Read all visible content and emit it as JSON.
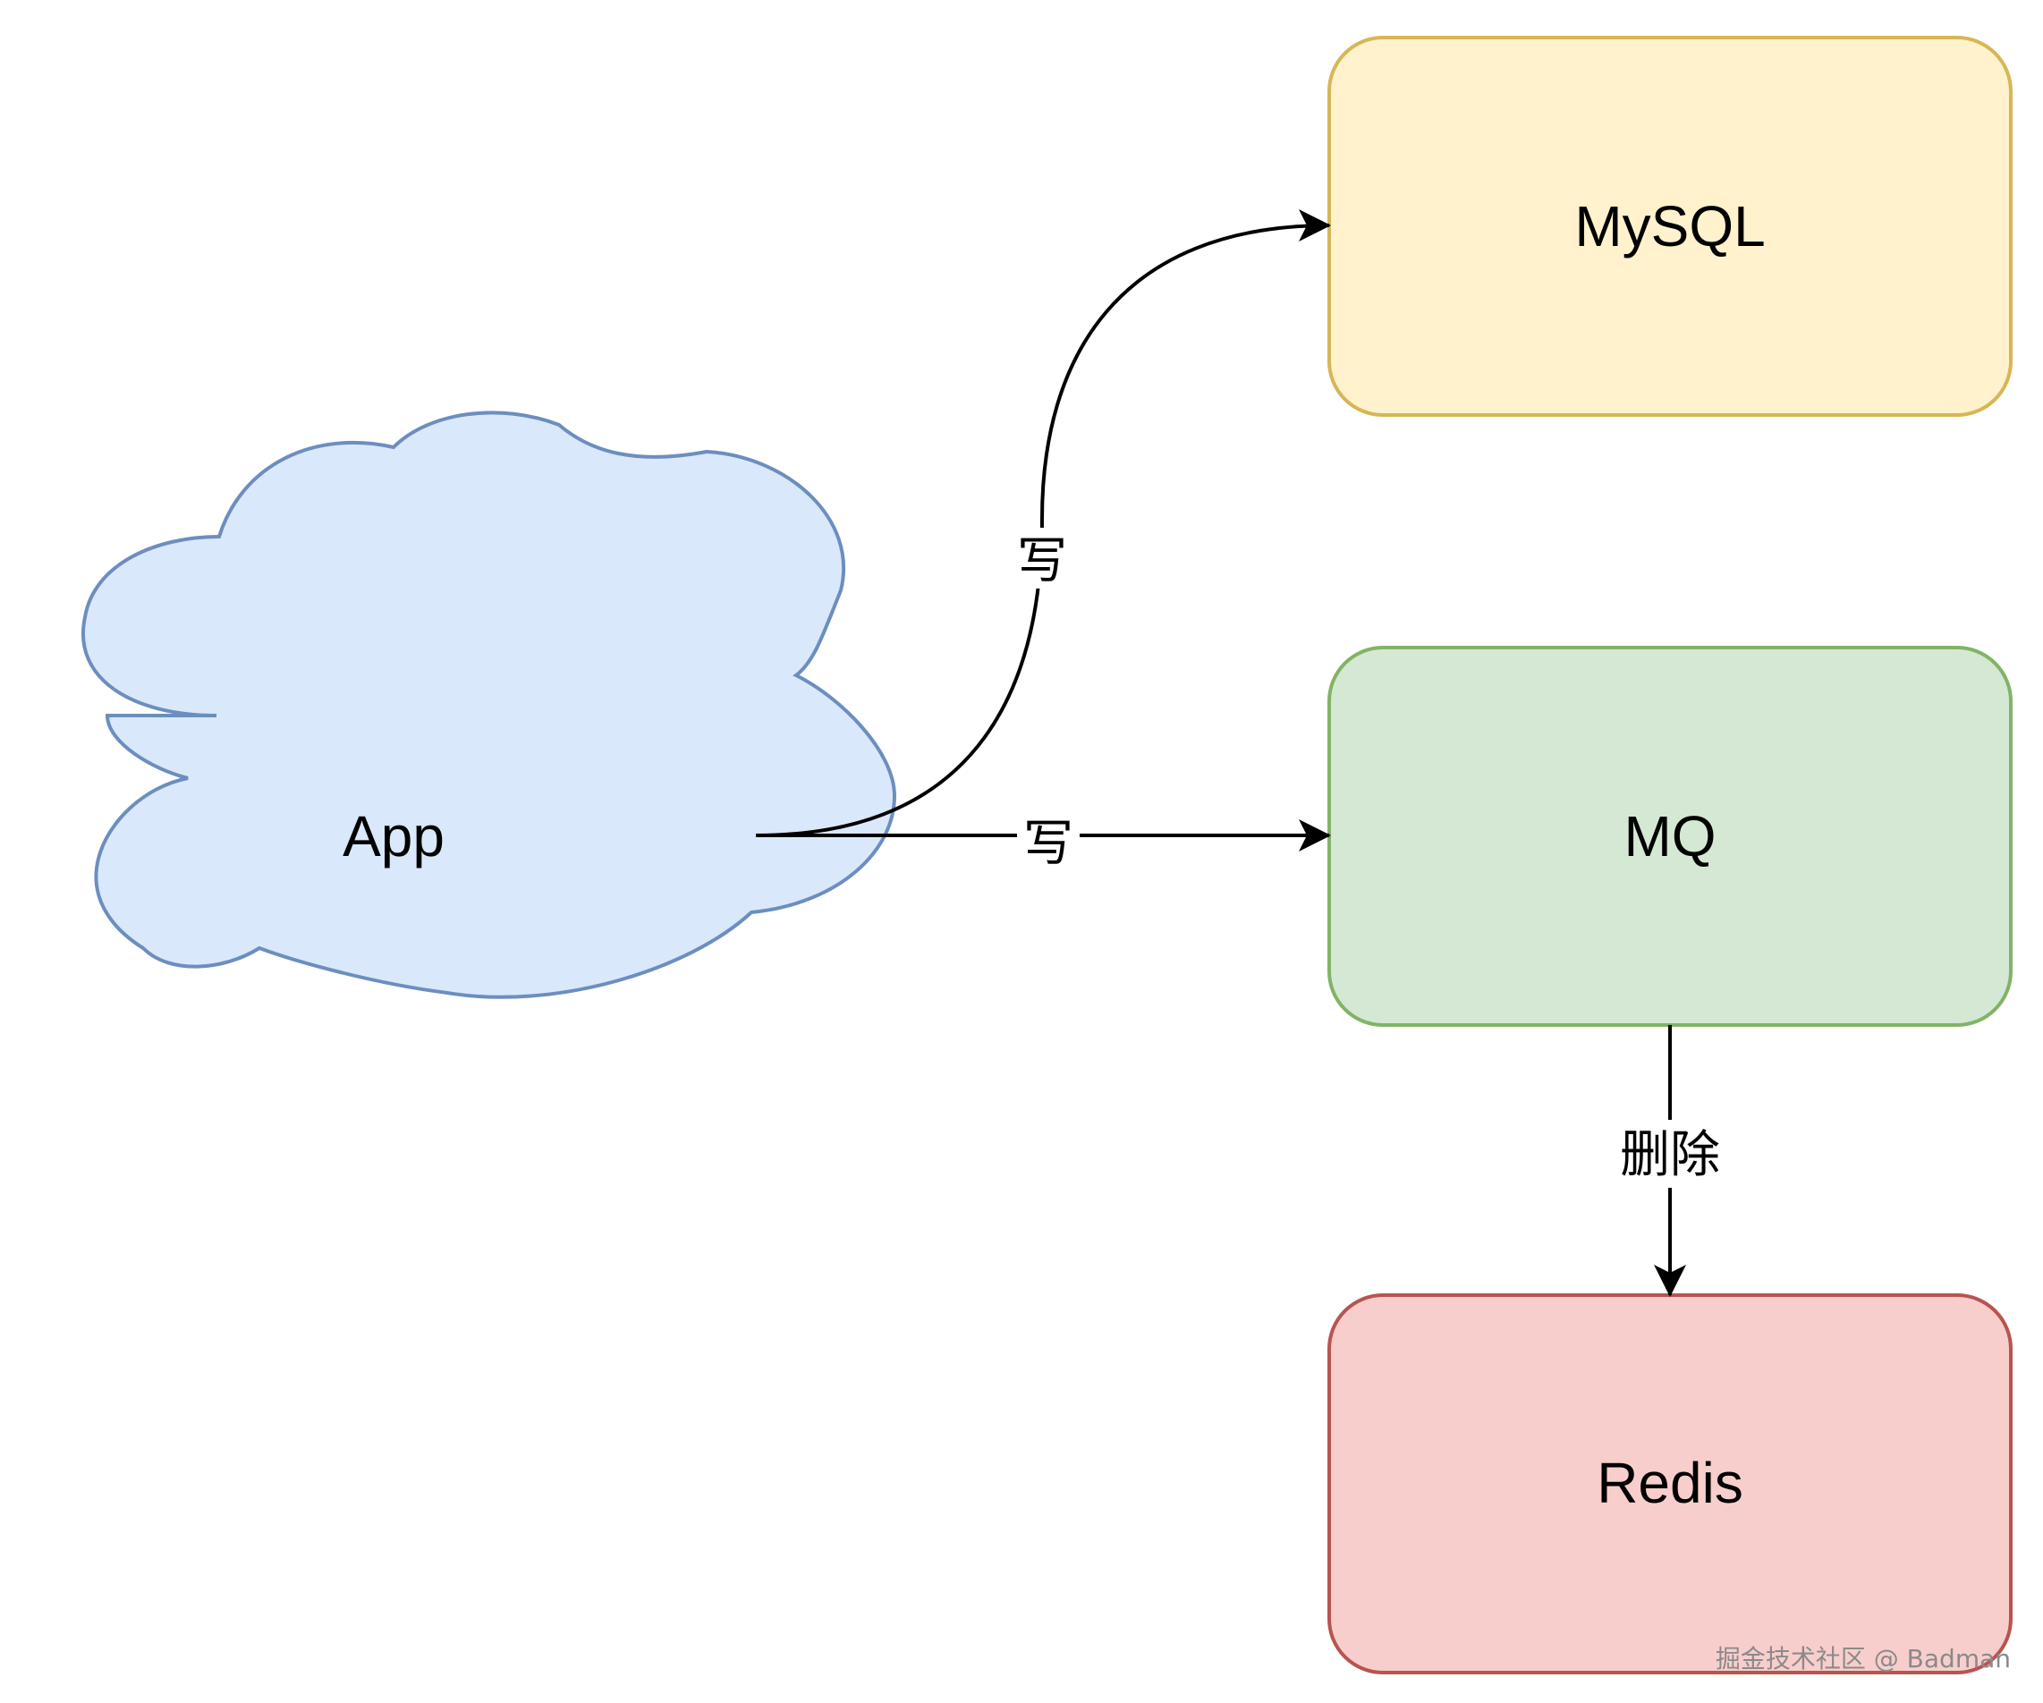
{
  "nodes": {
    "app": {
      "label": "App",
      "fill": "#dae8fc",
      "stroke": "#6c8ebf"
    },
    "mysql": {
      "label": "MySQL",
      "fill": "#fff2cc",
      "stroke": "#d6b656"
    },
    "mq": {
      "label": "MQ",
      "fill": "#d5e8d4",
      "stroke": "#82b366"
    },
    "redis": {
      "label": "Redis",
      "fill": "#f8cecc",
      "stroke": "#b85450"
    }
  },
  "edges": {
    "app_to_mysql": {
      "label": "写"
    },
    "app_to_mq": {
      "label": "写"
    },
    "mq_to_redis": {
      "label": "删除"
    }
  },
  "watermark": "掘金技术社区 @ Badman"
}
